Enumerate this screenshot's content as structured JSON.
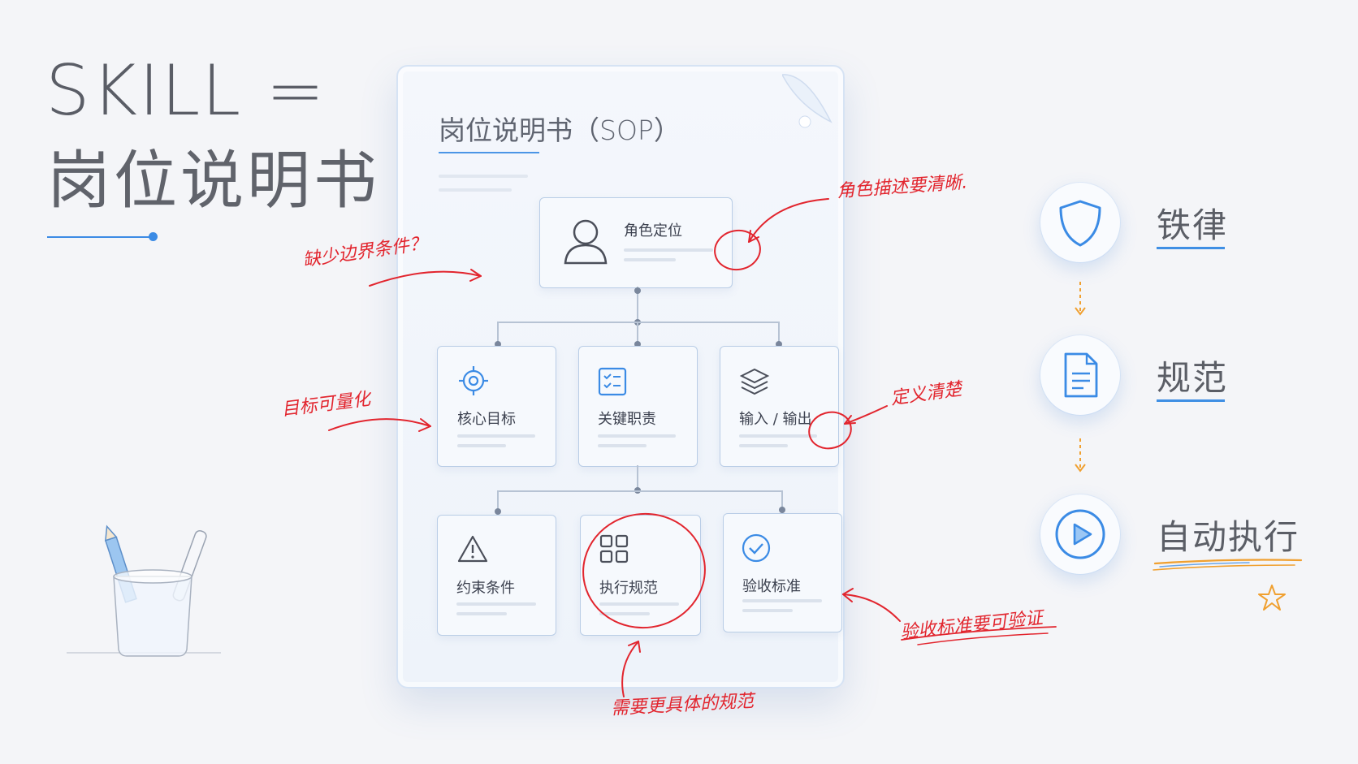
{
  "title": {
    "line1": "SKILL =",
    "line2": "岗位说明书"
  },
  "document": {
    "heading": "岗位说明书（SOP）",
    "role_box": {
      "label": "角色定位",
      "icon": "user-icon"
    },
    "row1": [
      {
        "label": "核心目标",
        "icon": "target-icon"
      },
      {
        "label": "关键职责",
        "icon": "checklist-icon"
      },
      {
        "label": "输入 / 输出",
        "icon": "layers-icon"
      }
    ],
    "row2": [
      {
        "label": "约束条件",
        "icon": "warning-icon"
      },
      {
        "label": "执行规范",
        "icon": "grid-icon"
      },
      {
        "label": "验收标准",
        "icon": "check-circle-icon"
      }
    ]
  },
  "annotations": {
    "missing_boundary": "缺少边界条件？",
    "role_clear": "角色描述要清晰.",
    "quantify_goal": "目标可量化",
    "define_clear": "定义清楚",
    "acceptance_verifiable": "验收标准要可验证",
    "more_specific": "需要更具体的规范"
  },
  "right": {
    "steps": [
      {
        "label": "铁律",
        "icon": "shield-icon"
      },
      {
        "label": "规范",
        "icon": "document-icon"
      },
      {
        "label": "自动执行",
        "icon": "play-icon"
      }
    ]
  },
  "colors": {
    "accent": "#3b8be5",
    "annotation": "#e2252e",
    "arrow": "#f0a030"
  }
}
